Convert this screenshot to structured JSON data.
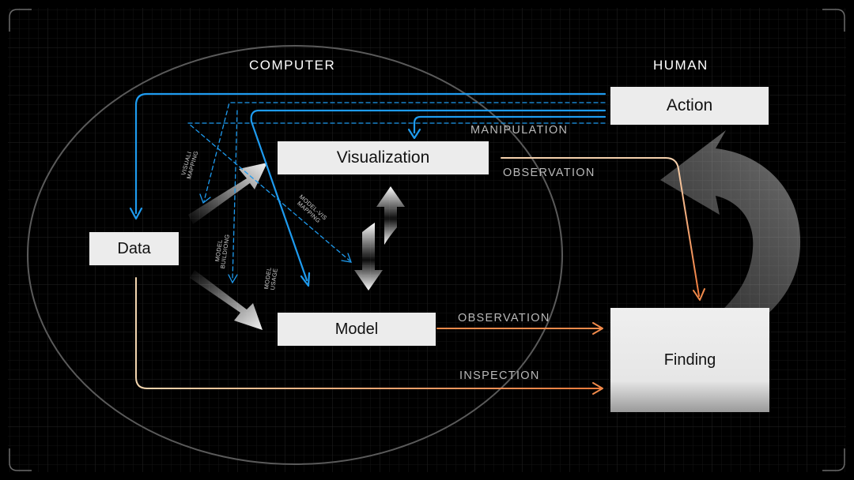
{
  "headers": {
    "computer": "COMPUTER",
    "human": "HUMAN"
  },
  "nodes": {
    "data": "Data",
    "visualization": "Visualization",
    "model": "Model",
    "action": "Action",
    "finding": "Finding"
  },
  "edge_labels": {
    "manipulation": "MANIPULATION",
    "observation_vis": "OBSERVATION",
    "observation_model": "OBSERVATION",
    "inspection": "INSPECTION"
  },
  "small_labels": {
    "visual_mapping": [
      "VISUALI",
      "MAPPING"
    ],
    "model_building": [
      "MODEL",
      "BUILDIONG"
    ],
    "model_usage": [
      "MODEL",
      "USAGE"
    ],
    "model_vis_mapping": [
      "MODEL-VIS",
      "MAPPING"
    ]
  },
  "colors": {
    "background": "#000000",
    "grid": "#1a1a1a",
    "node_fill": "#ececec",
    "human_link_blue": "#1e9bef",
    "finding_link_orange": "#f08a4b",
    "inspection_start": "#f3d6b0"
  }
}
